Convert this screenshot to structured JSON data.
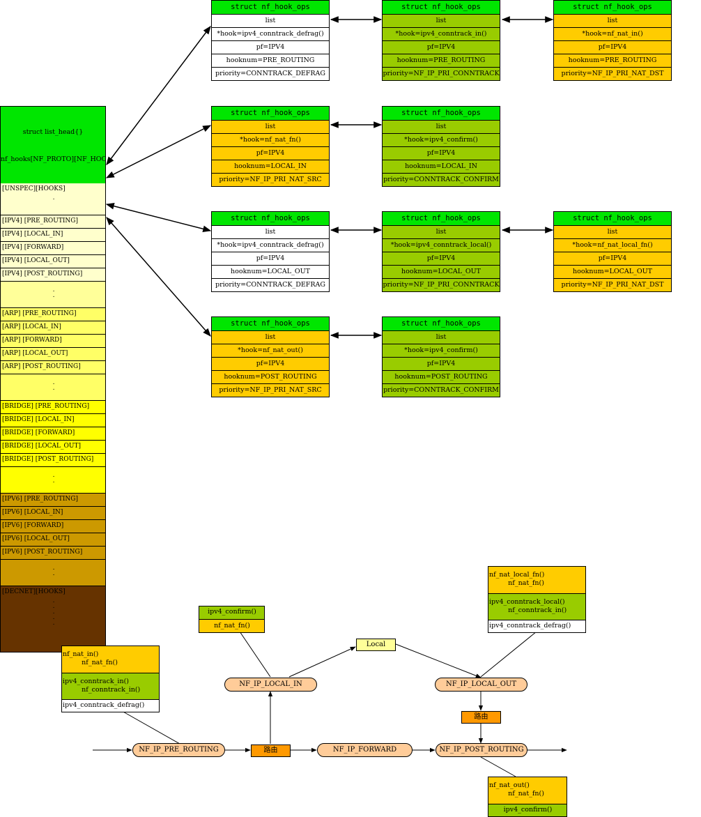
{
  "colors": {
    "header_green": "#00e600",
    "field_green": "#99cc00",
    "field_orange": "#ffcc00",
    "field_white": "#ffffff",
    "hook_node": "#ffcc99",
    "route_box": "#ff9900",
    "local_box": "#ffff99"
  },
  "hook_tables": [
    {
      "id": "t11",
      "color": "white",
      "header": "struct nf_hook_ops",
      "fields": [
        "list",
        "*hook=ipv4_conntrack_defrag()",
        "pf=IPV4",
        "hooknum=PRE_ROUTING",
        "priority=CONNTRACK_DEFRAG"
      ]
    },
    {
      "id": "t12",
      "color": "green",
      "header": "struct nf_hook_ops",
      "fields": [
        "list",
        "*hook=ipv4_conntrack_in()",
        "pf=IPV4",
        "hooknum=PRE_ROUTING",
        "priority=NF_IP_PRI_CONNTRACK"
      ]
    },
    {
      "id": "t13",
      "color": "orange",
      "header": "struct nf_hook_ops",
      "fields": [
        "list",
        "*hook=nf_nat_in()",
        "pf=IPV4",
        "hooknum=PRE_ROUTING",
        "priority=NF_IP_PRI_NAT_DST"
      ]
    },
    {
      "id": "t21",
      "color": "orange",
      "header": "struct nf_hook_ops",
      "fields": [
        "list",
        "*hook=nf_nat_fn()",
        "pf=IPV4",
        "hooknum=LOCAL_IN",
        "priority=NF_IP_PRI_NAT_SRC"
      ]
    },
    {
      "id": "t22",
      "color": "green",
      "header": "struct nf_hook_ops",
      "fields": [
        "list",
        "*hook=ipv4_confirm()",
        "pf=IPV4",
        "hooknum=LOCAL_IN",
        "priority=CONNTRACK_CONFIRM"
      ]
    },
    {
      "id": "t31",
      "color": "white",
      "header": "struct nf_hook_ops",
      "fields": [
        "list",
        "*hook=ipv4_conntrack_defrag()",
        "pf=IPV4",
        "hooknum=LOCAL_OUT",
        "priority=CONNTRACK_DEFRAG"
      ]
    },
    {
      "id": "t32",
      "color": "green",
      "header": "struct nf_hook_ops",
      "fields": [
        "list",
        "*hook=ipv4_conntrack_local()",
        "pf=IPV4",
        "hooknum=LOCAL_OUT",
        "priority=NF_IP_PRI_CONNTRACK"
      ]
    },
    {
      "id": "t33",
      "color": "orange",
      "header": "struct nf_hook_ops",
      "fields": [
        "list",
        "*hook=nf_nat_local_fn()",
        "pf=IPV4",
        "hooknum=LOCAL_OUT",
        "priority=NF_IP_PRI_NAT_DST"
      ]
    },
    {
      "id": "t41",
      "color": "orange",
      "header": "struct nf_hook_ops",
      "fields": [
        "list",
        "*hook=nf_nat_out()",
        "pf=IPV4",
        "hooknum=POST_ROUTING",
        "priority=NF_IP_PRI_NAT_SRC"
      ]
    },
    {
      "id": "t42",
      "color": "green",
      "header": "struct nf_hook_ops",
      "fields": [
        "list",
        "*hook=ipv4_confirm()",
        "pf=IPV4",
        "hooknum=POST_ROUTING",
        "priority=CONNTRACK_CONFIRM"
      ]
    }
  ],
  "hooks_array": {
    "header_line1": "struct list_head{}",
    "header_line2": "nf_hooks[NF_PROTO][NF_HOOKS]",
    "cells": [
      {
        "text": "[UNSPEC][HOOKS]",
        "color": "#ffffcc",
        "dots": 1
      },
      {
        "text": "[IPV4] [PRE_ROUTING]",
        "color": "#ffffcc"
      },
      {
        "text": "[IPV4] [LOCAL_IN]",
        "color": "#ffffcc"
      },
      {
        "text": "[IPV4] [FORWARD]",
        "color": "#ffffcc"
      },
      {
        "text": "[IPV4] [LOCAL_OUT]",
        "color": "#ffffcc"
      },
      {
        "text": "[IPV4] [POST_ROUTING]",
        "color": "#ffffcc"
      },
      {
        "text": "",
        "color": "#ffff99",
        "dots": 2
      },
      {
        "text": "[ARP] [PRE_ROUTING]",
        "color": "#ffff66"
      },
      {
        "text": "[ARP] [LOCAL_IN]",
        "color": "#ffff66"
      },
      {
        "text": "[ARP] [FORWARD]",
        "color": "#ffff66"
      },
      {
        "text": "[ARP] [LOCAL_OUT]",
        "color": "#ffff66"
      },
      {
        "text": "[ARP] [POST_ROUTING]",
        "color": "#ffff66"
      },
      {
        "text": "",
        "color": "#ffff66",
        "dots": 2
      },
      {
        "text": "[BRIDGE] [PRE_ROUTING]",
        "color": "#ffff00"
      },
      {
        "text": "[BRIDGE] [LOCAL_IN]",
        "color": "#ffff00"
      },
      {
        "text": "[BRIDGE] [FORWARD]",
        "color": "#ffff00"
      },
      {
        "text": "[BRIDGE] [LOCAL_OUT]",
        "color": "#ffff00"
      },
      {
        "text": "[BRIDGE] [POST_ROUTING]",
        "color": "#ffff00"
      },
      {
        "text": "",
        "color": "#ffff00",
        "dots": 2
      },
      {
        "text": "[IPV6] [PRE_ROUTING]",
        "color": "#cc9900"
      },
      {
        "text": "[IPV6] [LOCAL_IN]",
        "color": "#cc9900"
      },
      {
        "text": "[IPV6] [FORWARD]",
        "color": "#cc9900"
      },
      {
        "text": "[IPV6] [LOCAL_OUT]",
        "color": "#cc9900"
      },
      {
        "text": "[IPV6] [POST_ROUTING]",
        "color": "#cc9900"
      },
      {
        "text": "",
        "color": "#cc9900",
        "dots": 2
      },
      {
        "text": "[DECNET][HOOKS]",
        "color": "#663300",
        "dots": 5
      }
    ]
  },
  "flow": {
    "pre_routing": "NF_IP_PRE_ROUTING",
    "local_in": "NF_IP_LOCAL_IN",
    "forward": "NF_IP_FORWARD",
    "local_out": "NF_IP_LOCAL_OUT",
    "post_routing": "NF_IP_POST_ROUTING",
    "route1": "路由",
    "route2": "路由",
    "local": "Local",
    "box_pre": [
      "nf_nat_in()\n         nf_nat_fn()",
      "ipv4_conntrack_in()\n         nf_conntrack_in()",
      "ipv4_conntrack_defrag()"
    ],
    "box_local_in": [
      "ipv4_confirm()",
      "nf_nat_fn()"
    ],
    "box_local_out": [
      "nf_nat_local_fn()\n         nf_nat_fn()",
      "ipv4_conntrack_local()\n         nf_conntrack_in()",
      "ipv4_conntrack_defrag()"
    ],
    "box_post": [
      "nf_nat_out()\n         nf_nat_fn()",
      "ipv4_confirm()"
    ]
  }
}
